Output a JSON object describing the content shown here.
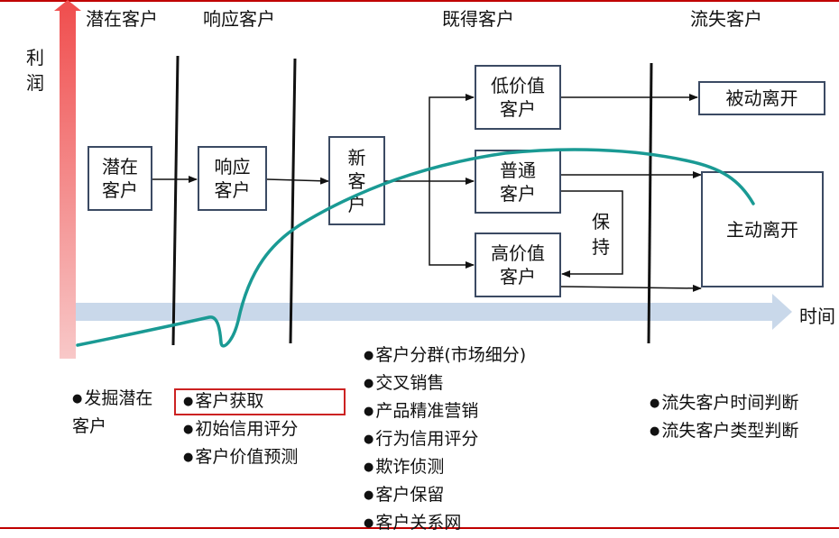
{
  "stages": {
    "potential": "潜在客户",
    "responding": "响应客户",
    "existing": "既得客户",
    "lost": "流失客户"
  },
  "axis": {
    "y_label": "利润",
    "x_label": "时间"
  },
  "boxes": {
    "potential": "潜在客户",
    "responding": "响应客户",
    "new": "新客户",
    "low_value": "低价值客户",
    "normal": "普通客户",
    "high_value": "高价值客户",
    "passive_leave": "被动离开",
    "active_leave": "主动离开",
    "keep": "保持"
  },
  "lists": {
    "potential": [
      "发掘潜在客户"
    ],
    "responding": [
      "客户获取",
      "初始信用评分",
      "客户价值预测"
    ],
    "existing": [
      "客户分群(市场细分)",
      "交叉销售",
      "产品精准营销",
      "行为信用评分",
      "欺诈侦测",
      "客户保留",
      "客户关系网"
    ],
    "lost": [
      "流失客户时间判断",
      "流失客户类型判断"
    ]
  },
  "colors": {
    "frame": "#c00000",
    "curve": "#1a9a94",
    "box_border": "#3b4a63",
    "y_arrow_top": "#f05050",
    "y_arrow_bottom": "#f8c8c8",
    "x_arrow": "#c9d8ea",
    "highlight": "#cc2222"
  }
}
